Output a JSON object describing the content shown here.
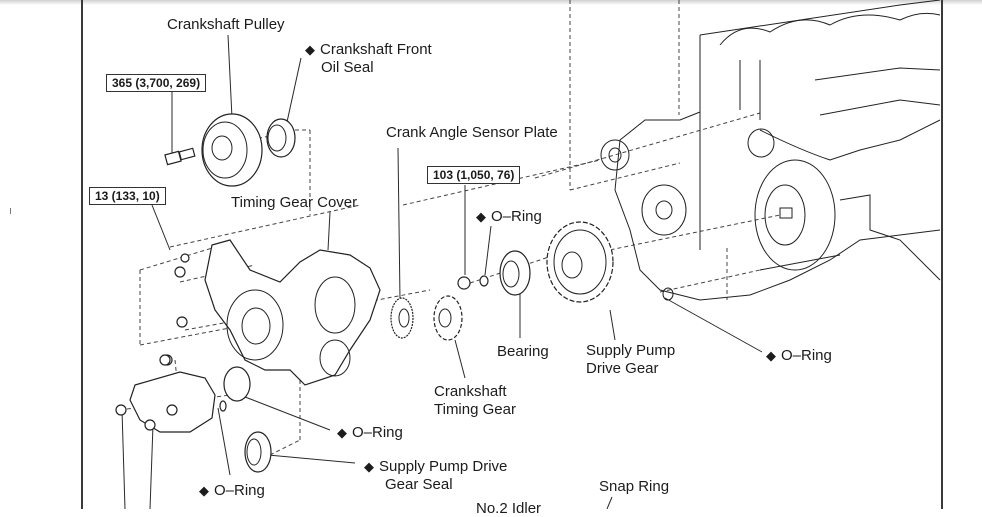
{
  "viewer": {
    "page_shadow": true
  },
  "diagram": {
    "labels": {
      "crankshaft_pulley": "Crankshaft Pulley",
      "crankshaft_front_oil_seal_line1": "Crankshaft Front",
      "crankshaft_front_oil_seal_line2": "Oil Seal",
      "crank_angle_sensor_plate": "Crank Angle Sensor Plate",
      "timing_gear_cover": "Timing Gear Cover",
      "o_ring_upper": "O–Ring",
      "bearing": "Bearing",
      "supply_pump_drive_gear_line1": "Supply Pump",
      "supply_pump_drive_gear_line2": "Drive Gear",
      "o_ring_right": "O–Ring",
      "crankshaft_timing_gear_line1": "Crankshaft",
      "crankshaft_timing_gear_line2": "Timing Gear",
      "o_ring_middle": "O–Ring",
      "supply_pump_drive_gear_seal_line1": "Supply Pump Drive",
      "supply_pump_drive_gear_seal_line2": "Gear Seal",
      "o_ring_lower": "O–Ring",
      "snap_ring": "Snap Ring",
      "no2_idler_partial": "No.2 Idler"
    },
    "non_reusable_marker": "◆",
    "torque_specs": {
      "pulley_bolt": "365 (3,700, 269)",
      "cover_bolt": "13 (133, 10)",
      "gear_nut": "103 (1,050, 76)"
    }
  }
}
